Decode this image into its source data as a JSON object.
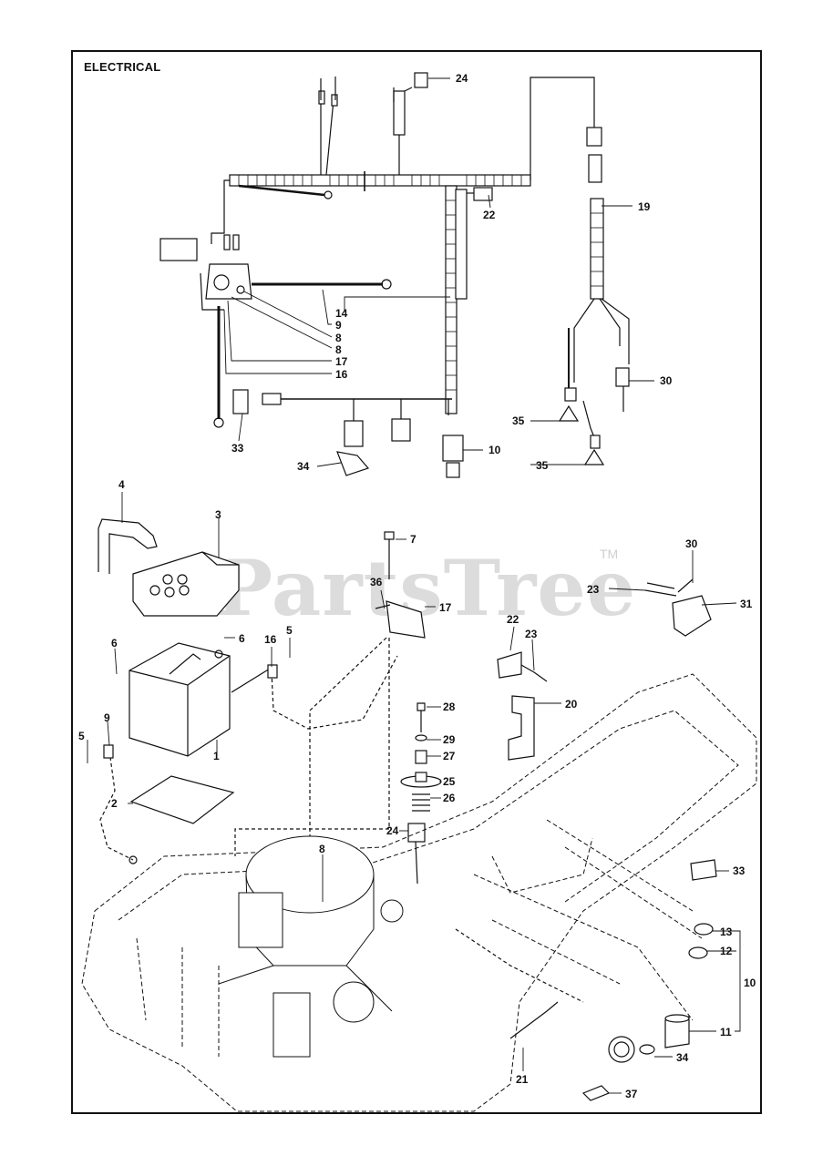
{
  "title": "ELECTRICAL",
  "watermark": "PartsTree",
  "trademark": "TM",
  "callouts": [
    {
      "id": "c24a",
      "text": "24"
    },
    {
      "id": "c19",
      "text": "19"
    },
    {
      "id": "c22a",
      "text": "22"
    },
    {
      "id": "c14",
      "text": "14"
    },
    {
      "id": "c9a",
      "text": "9"
    },
    {
      "id": "c8a",
      "text": "8"
    },
    {
      "id": "c8b",
      "text": "8"
    },
    {
      "id": "c17a",
      "text": "17"
    },
    {
      "id": "c16a",
      "text": "16"
    },
    {
      "id": "c30a",
      "text": "30"
    },
    {
      "id": "c35a",
      "text": "35"
    },
    {
      "id": "c33a",
      "text": "33"
    },
    {
      "id": "c10a",
      "text": "10"
    },
    {
      "id": "c34a",
      "text": "34"
    },
    {
      "id": "c35b",
      "text": "35"
    },
    {
      "id": "c4",
      "text": "4"
    },
    {
      "id": "c3",
      "text": "3"
    },
    {
      "id": "c7",
      "text": "7"
    },
    {
      "id": "c30b",
      "text": "30"
    },
    {
      "id": "c23a",
      "text": "23"
    },
    {
      "id": "c31",
      "text": "31"
    },
    {
      "id": "c36",
      "text": "36"
    },
    {
      "id": "c17b",
      "text": "17"
    },
    {
      "id": "c22b",
      "text": "22"
    },
    {
      "id": "c23b",
      "text": "23"
    },
    {
      "id": "c6a",
      "text": "6"
    },
    {
      "id": "c6b",
      "text": "6"
    },
    {
      "id": "c16b",
      "text": "16"
    },
    {
      "id": "c5a",
      "text": "5"
    },
    {
      "id": "c20",
      "text": "20"
    },
    {
      "id": "c9b",
      "text": "9"
    },
    {
      "id": "c5b",
      "text": "5"
    },
    {
      "id": "c1",
      "text": "1"
    },
    {
      "id": "c28",
      "text": "28"
    },
    {
      "id": "c29",
      "text": "29"
    },
    {
      "id": "c27",
      "text": "27"
    },
    {
      "id": "c25",
      "text": "25"
    },
    {
      "id": "c26",
      "text": "26"
    },
    {
      "id": "c2",
      "text": "2"
    },
    {
      "id": "c24b",
      "text": "24"
    },
    {
      "id": "c8c",
      "text": "8"
    },
    {
      "id": "c33b",
      "text": "33"
    },
    {
      "id": "c13",
      "text": "13"
    },
    {
      "id": "c12",
      "text": "12"
    },
    {
      "id": "c10b",
      "text": "10"
    },
    {
      "id": "c11",
      "text": "11"
    },
    {
      "id": "c34b",
      "text": "34"
    },
    {
      "id": "c21",
      "text": "21"
    },
    {
      "id": "c37",
      "text": "37"
    }
  ]
}
